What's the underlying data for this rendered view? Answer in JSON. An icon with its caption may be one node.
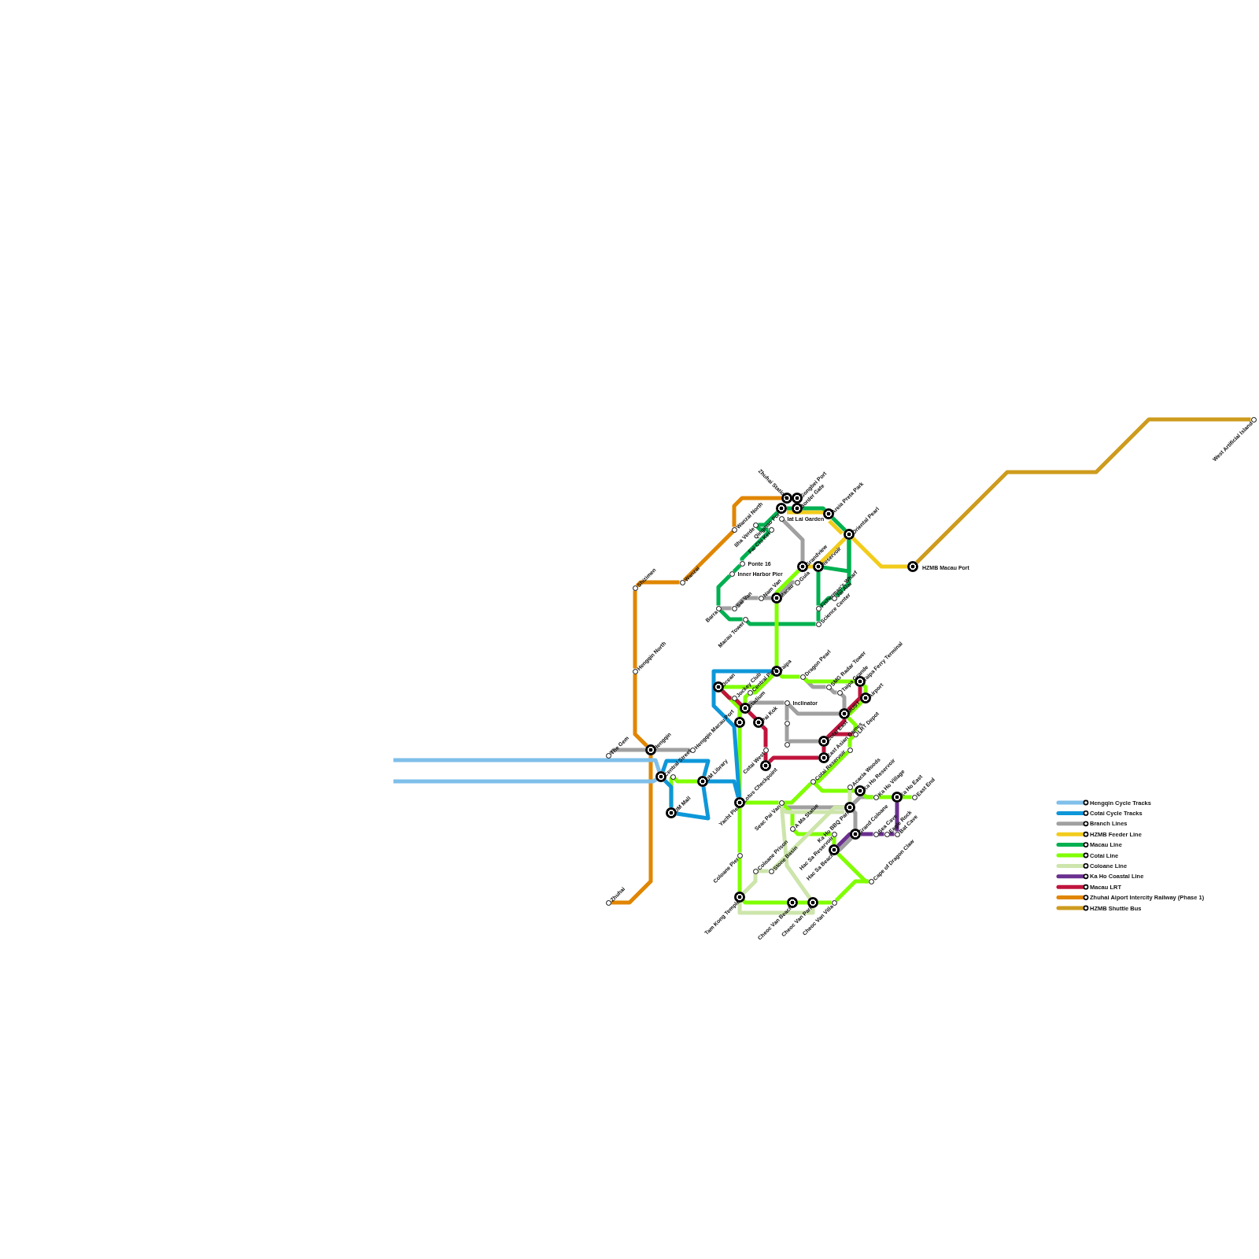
{
  "diagram": {
    "nodes": [
      {
        "text": [
          "Zhuhai Station"
        ]
      },
      {
        "text": [
          "Gongbei Port"
        ]
      },
      {
        "text": [
          "Border Gate"
        ]
      },
      {
        "text": [
          "Qingmao Port"
        ]
      },
      {
        "text": [
          "Iat Lai Garden"
        ]
      },
      {
        "text": [
          "Areia Preta Park"
        ]
      },
      {
        "text": [
          "Oriental Pearl"
        ]
      },
      {
        "text": [
          "Wanzai North"
        ]
      },
      {
        "text": [
          "Ilha Verde"
        ]
      },
      {
        "text": [
          "Fai Chi Kei"
        ]
      },
      {
        "text": [
          "Wanzai"
        ]
      },
      {
        "text": [
          "Shizimen"
        ]
      },
      {
        "text": [
          "Ponte 16"
        ]
      },
      {
        "text": [
          "Inner Harbor Pier"
        ]
      },
      {
        "text": [
          "Grandview"
        ]
      },
      {
        "text": [
          "Reservoir"
        ]
      },
      {
        "text": [
          "Guia"
        ]
      },
      {
        "text": [
          "Barra"
        ]
      },
      {
        "text": [
          "Sai Van"
        ]
      },
      {
        "text": [
          "Nam Van"
        ]
      },
      {
        "text": [
          "Macau"
        ]
      },
      {
        "text": [
          "Jai Alai"
        ]
      },
      {
        "text": [
          "Fisherman's Wharf"
        ]
      },
      {
        "text": [
          "Macau Tower"
        ]
      },
      {
        "text": [
          "Science Center"
        ]
      },
      {
        "text": [
          "HZMB Macau Port"
        ]
      },
      {
        "text": [
          "West Artificial Island"
        ]
      },
      {
        "text": [
          "Hengqin North"
        ]
      },
      {
        "text": [
          "Taipa"
        ]
      },
      {
        "text": [
          "Dragon Pearl"
        ]
      },
      {
        "text": [
          "Taipa Ferry Terminal"
        ]
      },
      {
        "text": [
          "Ocean"
        ]
      },
      {
        "text": [
          "SMG Radar Tower"
        ]
      },
      {
        "text": [
          "Central Park"
        ]
      },
      {
        "text": [
          "Taipa Grande"
        ]
      },
      {
        "text": [
          "Jockey Club"
        ]
      },
      {
        "text": [
          "Airport"
        ]
      },
      {
        "text": [
          "Inclinator"
        ]
      },
      {
        "text": [
          "Stadium"
        ]
      },
      {
        "text": [
          "MUST"
        ]
      },
      {
        "text": [
          "Pai Kok"
        ]
      },
      {
        "text": [],
        "shape": "circle"
      },
      {
        "text": [],
        "shape": "circle"
      },
      {
        "text": [
          "LRT Depot"
        ]
      },
      {
        "text": [
          "Cotai East"
        ]
      },
      {
        "text": [],
        "shape": "circle"
      },
      {
        "text": [
          "Cotai West"
        ]
      },
      {
        "text": [
          "Hengqin"
        ]
      },
      {
        "text": [
          "Hengqin Macau Port"
        ]
      },
      {
        "text": [],
        "shape": "circle"
      },
      {
        "text": [
          "East Asian Games"
        ]
      },
      {
        "text": [
          "The Gem"
        ]
      },
      {
        "text": [],
        "shape": "circle"
      },
      {
        "text": [
          "Central Street"
        ]
      },
      {
        "text": [],
        "shape": "circle"
      },
      {
        "text": [
          "UM Library"
        ]
      },
      {
        "text": [
          "Cotai Reservoir"
        ]
      },
      {
        "text": [
          "Acacia Woods"
        ]
      },
      {
        "text": [
          "Ka Ho Reservoir"
        ]
      },
      {
        "text": [
          "Ka Ho Village"
        ]
      },
      {
        "text": [
          "Ka Ho East"
        ]
      },
      {
        "text": [
          "East End"
        ]
      },
      {
        "text": [
          "Lotus Checkpoint"
        ],
        "beside": [
          "Yacht Pier"
        ]
      },
      {
        "text": [
          "Seac Pai Van"
        ]
      },
      {
        "text": [
          "Ka Ho BBQ Park"
        ]
      },
      {
        "text": [
          "UM Mall"
        ]
      },
      {
        "text": [
          "A Ma Statue"
        ]
      },
      {
        "text": [
          "Hac Sa Reservoir"
        ]
      },
      {
        "text": [
          "Grand Coloane"
        ]
      },
      {
        "text": [
          "Sea Cave"
        ]
      },
      {
        "text": [
          "Eagle Rock"
        ]
      },
      {
        "text": [
          "Bat Cave"
        ]
      },
      {
        "text": [
          "Hac Sa Beach"
        ]
      },
      {
        "text": [
          "Coloane Pier"
        ]
      },
      {
        "text": [
          "Coloane Prison"
        ]
      },
      {
        "text": [
          "Stone Basin"
        ]
      },
      {
        "text": [
          "Cape of Dragon Claw"
        ]
      },
      {
        "text": [
          "Tam Kong Temple"
        ]
      },
      {
        "text": [
          "Cheoc Van Beach"
        ]
      },
      {
        "text": [
          "Cheoc Van Park"
        ]
      },
      {
        "text": [
          "Cheoc Van Villa"
        ]
      },
      {
        "text": [
          "Zhuhai"
        ]
      }
    ],
    "edges": [
      {
        "from": 81,
        "to": 47,
        "arrow": "none",
        "color": "#e08600"
      },
      {
        "from": 47,
        "to": 27,
        "arrow": "none",
        "color": "#e08600"
      },
      {
        "from": 27,
        "to": 11,
        "arrow": "none",
        "color": "#e08600"
      },
      {
        "from": 11,
        "to": 10,
        "arrow": "none",
        "color": "#e08600"
      },
      {
        "from": 10,
        "to": 7,
        "arrow": "none",
        "color": "#e08600"
      },
      {
        "from": 7,
        "to": 0,
        "arrow": "none",
        "color": "#e08600"
      },
      {
        "from": 25,
        "to": 26,
        "arrow": "none",
        "color": "#cd9b1d"
      },
      {
        "from": 3,
        "to": 5,
        "arrow": "none",
        "color": "#f2cc1c"
      },
      {
        "from": 5,
        "to": 6,
        "arrow": "none",
        "color": "#f2cc1c"
      },
      {
        "from": 6,
        "to": 25,
        "arrow": "none",
        "color": "#f2cc1c"
      },
      {
        "from": 6,
        "to": 15,
        "arrow": "none",
        "color": "#f2cc1c"
      },
      {
        "from": 15,
        "to": 14,
        "arrow": "none",
        "color": "#f2cc1c"
      },
      {
        "from": 3,
        "to": 8,
        "arrow": "none",
        "color": "#00b050"
      },
      {
        "from": 8,
        "to": 9,
        "arrow": "none",
        "color": "#00b050"
      },
      {
        "from": 9,
        "to": 12,
        "arrow": "none",
        "color": "#00b050"
      },
      {
        "from": 12,
        "to": 13,
        "arrow": "none",
        "color": "#00b050"
      },
      {
        "from": 13,
        "to": 17,
        "arrow": "none",
        "color": "#00b050"
      },
      {
        "from": 17,
        "to": 23,
        "arrow": "none",
        "color": "#00b050"
      },
      {
        "from": 23,
        "to": 24,
        "arrow": "none",
        "color": "#00b050"
      },
      {
        "from": 24,
        "to": 22,
        "arrow": "none",
        "color": "#00b050"
      },
      {
        "from": 22,
        "to": 15,
        "arrow": "none",
        "color": "#00b050"
      },
      {
        "from": 22,
        "to": 21,
        "arrow": "none",
        "color": "#00b050"
      },
      {
        "from": 21,
        "to": 6,
        "arrow": "none",
        "color": "#00b050"
      },
      {
        "from": 6,
        "to": 5,
        "arrow": "none",
        "color": "#00b050"
      },
      {
        "from": 5,
        "to": 2,
        "arrow": "none",
        "color": "#00b050"
      },
      {
        "from": 2,
        "to": 3,
        "arrow": "none",
        "color": "#00b050"
      },
      {
        "from": 15,
        "to": 6,
        "arrow": "none",
        "color": "#00b050"
      },
      {
        "from": 4,
        "to": 14,
        "arrow": "none",
        "color": "#a0a0a0"
      },
      {
        "from": 17,
        "to": 18,
        "arrow": "none",
        "color": "#a0a0a0"
      },
      {
        "from": 18,
        "to": 19,
        "arrow": "none",
        "color": "#a0a0a0"
      },
      {
        "from": 19,
        "to": 20,
        "arrow": "none",
        "color": "#a0a0a0"
      },
      {
        "from": 20,
        "to": 16,
        "arrow": "none",
        "color": "#a0a0a0"
      },
      {
        "from": 51,
        "to": 47,
        "arrow": "none",
        "color": "#a0a0a0"
      },
      {
        "from": 47,
        "to": 48,
        "arrow": "none",
        "color": "#a0a0a0"
      },
      {
        "from": 29,
        "to": 32,
        "arrow": "none",
        "color": "#a0a0a0"
      },
      {
        "from": 32,
        "to": 34,
        "arrow": "none",
        "color": "#a0a0a0"
      },
      {
        "from": 34,
        "to": 39,
        "arrow": "none",
        "color": "#a0a0a0"
      },
      {
        "from": 38,
        "to": 37,
        "arrow": "none",
        "color": "#a0a0a0"
      },
      {
        "from": 37,
        "to": 39,
        "arrow": "none",
        "color": "#a0a0a0"
      },
      {
        "from": 37,
        "to": 42,
        "arrow": "none",
        "color": "#a0a0a0"
      },
      {
        "from": 42,
        "to": 45,
        "arrow": "none",
        "color": "#a0a0a0"
      },
      {
        "from": 45,
        "to": 44,
        "arrow": "none",
        "color": "#a0a0a0"
      },
      {
        "from": 63,
        "to": 64,
        "arrow": "none",
        "color": "#a0a0a0"
      },
      {
        "from": 64,
        "to": 59,
        "arrow": "none",
        "color": "#a0a0a0"
      },
      {
        "from": 64,
        "to": 68,
        "arrow": "none",
        "color": "#a0a0a0"
      },
      {
        "from": 68,
        "to": 72,
        "arrow": "none",
        "color": "#a0a0a0"
      },
      {
        "from": 14,
        "to": 20,
        "arrow": "none"
      },
      {
        "from": 20,
        "to": 28,
        "arrow": "none"
      },
      {
        "from": 28,
        "to": 29,
        "arrow": "none"
      },
      {
        "from": 29,
        "to": 30,
        "arrow": "none"
      },
      {
        "from": 30,
        "to": 36,
        "arrow": "none"
      },
      {
        "from": 36,
        "to": 39,
        "arrow": "none"
      },
      {
        "from": 39,
        "to": 43,
        "arrow": "none"
      },
      {
        "from": 43,
        "to": 49,
        "arrow": "none"
      },
      {
        "from": 49,
        "to": 56,
        "arrow": "none"
      },
      {
        "from": 56,
        "to": 58,
        "arrow": "none"
      },
      {
        "from": 58,
        "to": 59,
        "arrow": "none"
      },
      {
        "from": 59,
        "to": 60,
        "arrow": "none"
      },
      {
        "from": 60,
        "to": 61,
        "arrow": "none"
      },
      {
        "from": 28,
        "to": 33,
        "arrow": "none"
      },
      {
        "from": 33,
        "to": 38,
        "arrow": "none"
      },
      {
        "from": 28,
        "to": 31,
        "arrow": "none"
      },
      {
        "from": 31,
        "to": 41,
        "arrow": "none"
      },
      {
        "from": 38,
        "to": 41,
        "arrow": "none"
      },
      {
        "from": 41,
        "to": 62,
        "arrow": "none"
      },
      {
        "from": 62,
        "to": 63,
        "arrow": "none"
      },
      {
        "from": 63,
        "to": 66,
        "arrow": "none"
      },
      {
        "from": 66,
        "to": 67,
        "arrow": "none"
      },
      {
        "from": 67,
        "to": 72,
        "arrow": "none"
      },
      {
        "from": 72,
        "to": 76,
        "arrow": "none"
      },
      {
        "from": 62,
        "to": 73,
        "arrow": "none"
      },
      {
        "from": 73,
        "to": 77,
        "arrow": "none"
      },
      {
        "from": 77,
        "to": 78,
        "arrow": "none"
      },
      {
        "from": 78,
        "to": 79,
        "arrow": "none"
      },
      {
        "from": 79,
        "to": 80,
        "arrow": "none"
      },
      {
        "from": 80,
        "to": 76,
        "arrow": "none"
      },
      {
        "from": 56,
        "to": 63,
        "arrow": "none"
      },
      {
        "from": 54,
        "to": 55,
        "arrow": "none"
      },
      {
        "from": 54,
        "to": 65,
        "arrow": "none"
      },
      {
        "from": 57,
        "to": 64,
        "arrow": "none",
        "color": "#cde5ab"
      },
      {
        "from": 63,
        "to": 64,
        "arrow": "none",
        "color": "#cde5ab"
      },
      {
        "from": 63,
        "to": 79,
        "arrow": "none",
        "color": "#cde5ab"
      },
      {
        "from": 77,
        "to": 74,
        "arrow": "none",
        "color": "#cde5ab"
      },
      {
        "from": 74,
        "to": 75,
        "arrow": "none",
        "color": "#cde5ab"
      },
      {
        "from": 75,
        "to": 64,
        "arrow": "none",
        "color": "#cde5ab"
      },
      {
        "from": 77,
        "to": 79,
        "arrow": "none",
        "color": "#cde5ab"
      },
      {
        "from": 31,
        "to": 35,
        "arrow": "none",
        "color": "#c0143c"
      },
      {
        "from": 35,
        "to": 38,
        "arrow": "none",
        "color": "#c0143c"
      },
      {
        "from": 38,
        "to": 40,
        "arrow": "none",
        "color": "#c0143c"
      },
      {
        "from": 40,
        "to": 46,
        "arrow": "none",
        "color": "#c0143c"
      },
      {
        "from": 46,
        "to": 52,
        "arrow": "none",
        "color": "#c0143c"
      },
      {
        "from": 52,
        "to": 50,
        "arrow": "none",
        "color": "#c0143c"
      },
      {
        "from": 50,
        "to": 44,
        "arrow": "none",
        "color": "#c0143c"
      },
      {
        "from": 44,
        "to": 39,
        "arrow": "none",
        "color": "#c0143c"
      },
      {
        "from": 39,
        "to": 30,
        "arrow": "none",
        "color": "#c0143c"
      },
      {
        "from": 44,
        "to": 43,
        "arrow": "none",
        "color": "#c0143c"
      },
      {
        "from": 28,
        "to": 62,
        "arrow": "none",
        "color": "#0e97d9"
      },
      {
        "from": 53,
        "to": 55,
        "arrow": "none",
        "color": "#0e97d9"
      },
      {
        "from": 53,
        "to": 65,
        "arrow": "none",
        "color": "#0e97d9"
      },
      {
        "from": 65,
        "to": 55,
        "arrow": "none",
        "color": "#0e97d9"
      },
      {
        "from": 55,
        "to": 62,
        "arrow": "none",
        "color": "#0e97d9"
      },
      {
        "from": null,
        "to": 53,
        "arrow": "none",
        "color": "#7fbfea"
      },
      {
        "from": null,
        "to": 53,
        "arrow": "none",
        "color": "#7fbfea"
      },
      {
        "from": 72,
        "to": 68,
        "arrow": "none",
        "color": "#6a2f8f"
      },
      {
        "from": 68,
        "to": 69,
        "arrow": "none",
        "color": "#6a2f8f"
      },
      {
        "from": 69,
        "to": 70,
        "arrow": "none",
        "color": "#6a2f8f"
      },
      {
        "from": 70,
        "to": 71,
        "arrow": "none",
        "color": "#6a2f8f"
      },
      {
        "from": 71,
        "to": 60,
        "arrow": "none",
        "color": "#6a2f8f"
      }
    ],
    "legend": [
      {
        "text": "Hengqin Cycle Tracks",
        "color": "#7fbfea"
      },
      {
        "text": "Cotai Cycle Tracks",
        "color": "#0e97d9"
      },
      {
        "text": "Branch Lines",
        "color": "#a0a0a0"
      },
      {
        "text": "HZMB Feeder Line",
        "color": "#f2cc1c"
      },
      {
        "text": "Macau Line",
        "color": "#00b050"
      },
      {
        "text": "Cotai Line",
        "color": "#80ff00"
      },
      {
        "text": "Coloane Line",
        "color": "#cde5ab"
      },
      {
        "text": "Ka Ho Coastal Line",
        "color": "#6a2f8f"
      },
      {
        "text": "Macau LRT",
        "color": "#c0143c"
      },
      {
        "text": "Zhuhai Aiport Intercity Railway (Phase 1)",
        "color": "#e08600"
      },
      {
        "text": "HZMB Shuttle Bus",
        "color": "#cd9b1d"
      }
    ]
  }
}
